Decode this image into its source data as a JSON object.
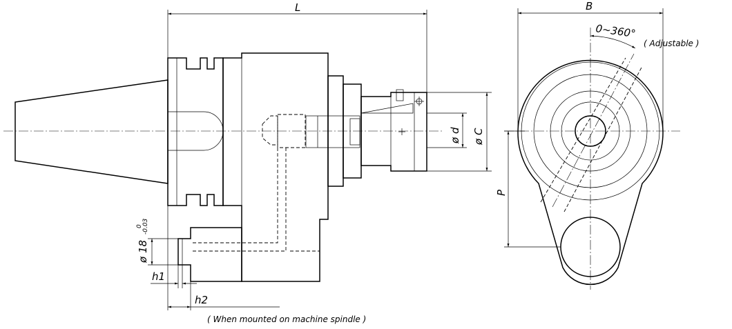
{
  "labels": {
    "L": "L",
    "B": "B",
    "P": "P",
    "phi_d": "ø d",
    "phi_C": "ø C",
    "phi_18": "ø 18",
    "tol_upper": "0",
    "tol_lower": "-0.03",
    "h1": "h1",
    "h2": "h2",
    "angle": "0~360°",
    "adjustable": "( Adjustable )",
    "footnote": "( When mounted on machine spindle )"
  }
}
